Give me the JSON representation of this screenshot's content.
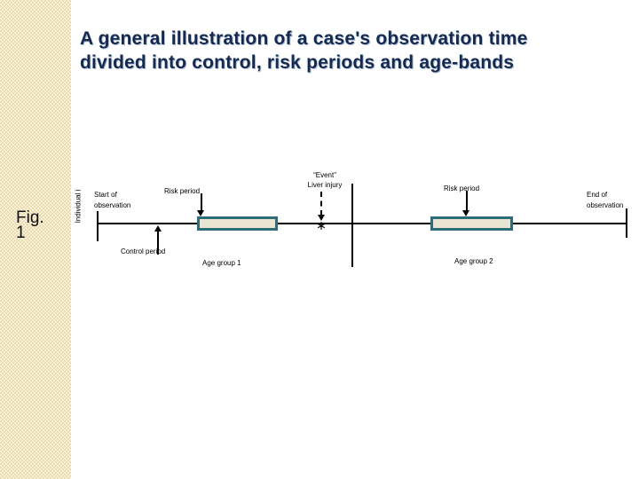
{
  "slide": {
    "title": {
      "line1": "A general illustration of a case's observation time",
      "line2": "divided into control, risk periods and age-bands"
    },
    "figure": {
      "label": "Fig.",
      "number": "1"
    }
  },
  "diagram": {
    "individual_label": "Individual i",
    "start_of_observation": {
      "line1": "Start of",
      "line2": "observation"
    },
    "end_of_observation": {
      "line1": "End of",
      "line2": "observation"
    },
    "risk_period_left": "Risk period",
    "risk_period_right": "Risk period",
    "control_period": "Control period",
    "event": {
      "line1": "“Event”",
      "line2": "Liver injury",
      "marker": "∗"
    },
    "age_group_1": "Age group 1",
    "age_group_2": "Age group 2"
  },
  "colors": {
    "title": "#152a4e",
    "title_shadow": "#aabdd9",
    "risk_box_border": "#2e6d77",
    "risk_box_fill": "#e9e5d2",
    "sidebar_light": "#f7efd8",
    "sidebar_dark": "#eaddb0",
    "line": "#000000",
    "figure_text": "#111111"
  }
}
